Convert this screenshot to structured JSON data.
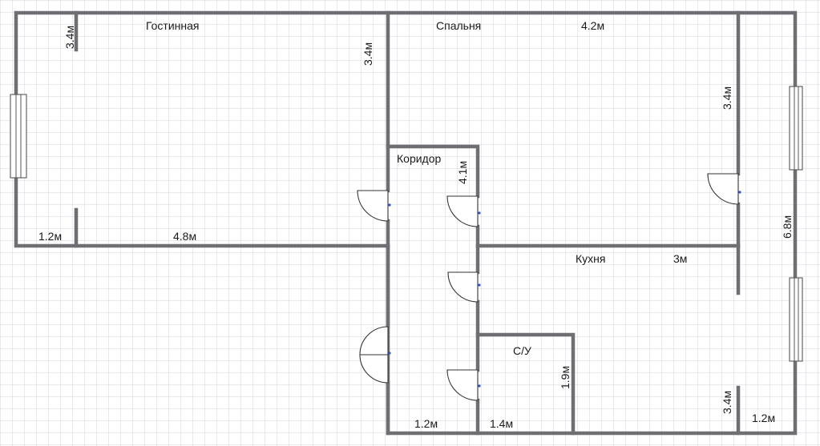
{
  "rooms": {
    "living": "Гостинная",
    "bedroom": "Спальня",
    "corridor": "Коридор",
    "kitchen": "Кухня",
    "bathroom": "С/У"
  },
  "dimensions": {
    "living_top_left": "3.4м",
    "living_right": "3.4м",
    "living_bottom_left": "1.2м",
    "living_bottom": "4.8м",
    "bedroom_top": "4.2м",
    "bedroom_right": "3.4м",
    "corridor": "4.1м",
    "outer_right": "6.8м",
    "kitchen": "3м",
    "bathroom_height": "1.9м",
    "bottom_corridor": "1.2м",
    "bottom_bathroom": "1.4м",
    "kitchen_bottom_right_vertical": "3.4м",
    "kitchen_bottom_right": "1.2м"
  },
  "colors": {
    "wall": "#6f6f73",
    "grid": "#d2d6dc",
    "background": "#ffffff"
  },
  "icons": {
    "door": "door-swing-icon",
    "window": "window-icon"
  }
}
